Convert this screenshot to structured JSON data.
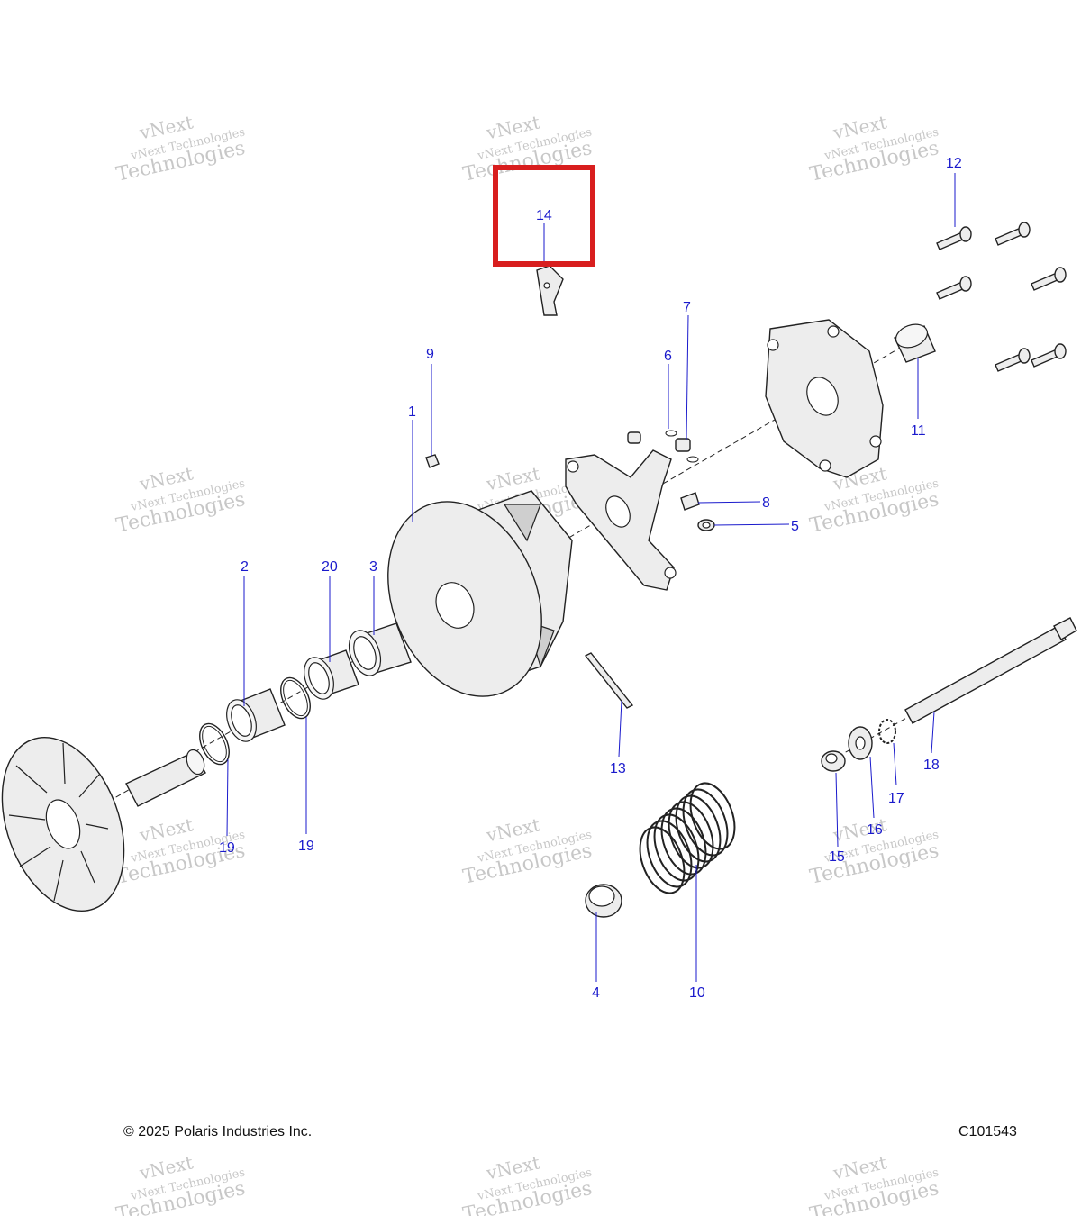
{
  "footer": {
    "copyright": "© 2025 Polaris Industries Inc.",
    "diagram_code": "C101543"
  },
  "watermark": {
    "line1": "vNext",
    "line2": "vNext Technologies",
    "line3": "Technologies"
  },
  "highlight": {
    "color": "#d81e1e",
    "target_callout": "14"
  },
  "callout_color": "#1a1acc",
  "callouts": {
    "c1": "1",
    "c2": "2",
    "c3": "3",
    "c4": "4",
    "c5": "5",
    "c6": "6",
    "c7": "7",
    "c8": "8",
    "c9": "9",
    "c10": "10",
    "c11": "11",
    "c12": "12",
    "c13": "13",
    "c14": "14",
    "c15": "15",
    "c16": "16",
    "c17": "17",
    "c18": "18",
    "c19a": "19",
    "c19b": "19",
    "c20": "20"
  }
}
